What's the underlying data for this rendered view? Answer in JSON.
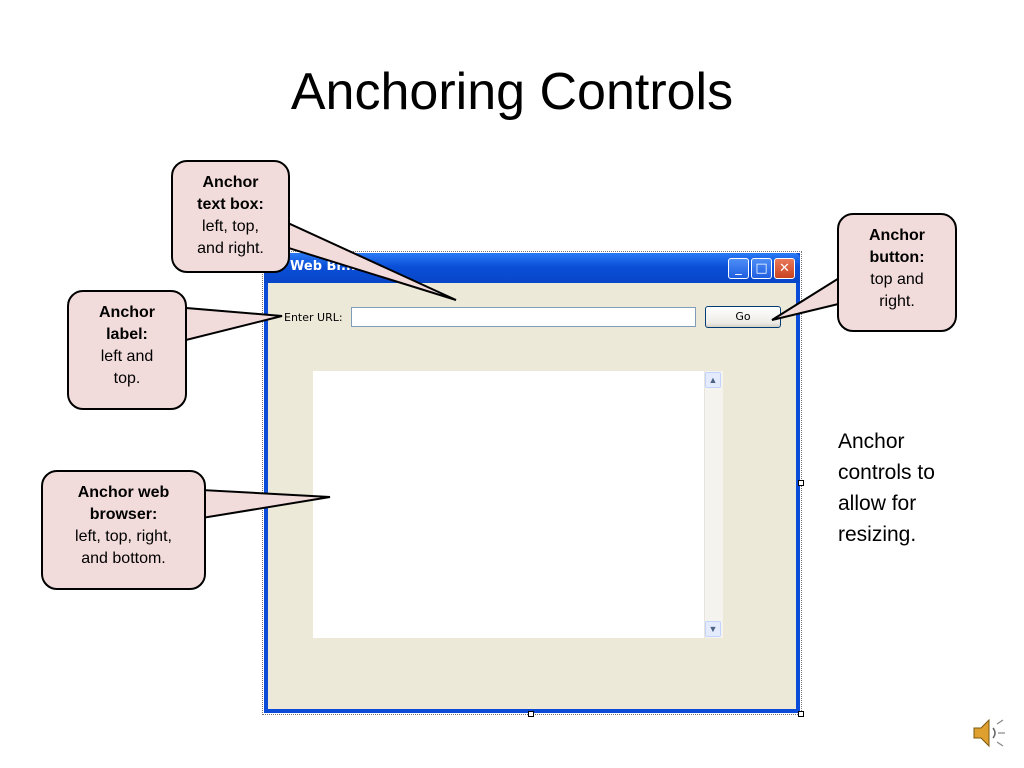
{
  "slide": {
    "title": "Anchoring Controls"
  },
  "window": {
    "title": "Web Br...",
    "minimize_icon": "minimize-icon",
    "maximize_icon": "maximize-icon",
    "close_icon": "close-icon",
    "url_label": "Enter URL:",
    "url_value": "",
    "go_label": "Go"
  },
  "callouts": {
    "textbox": {
      "heading1": "Anchor",
      "heading2": "text box:",
      "body1": "left, top,",
      "body2": "and right."
    },
    "button": {
      "heading1": "Anchor",
      "heading2": "button:",
      "body1": "top and",
      "body2": "right."
    },
    "label": {
      "heading1": "Anchor",
      "heading2": "label:",
      "body1": "left and",
      "body2": "top."
    },
    "browser": {
      "heading1": "Anchor web",
      "heading2": "browser:",
      "body1": "left, top, right,",
      "body2": "and bottom."
    }
  },
  "side_note": {
    "line1": "Anchor",
    "line2": "controls to",
    "line3": "allow for",
    "line4": "resizing."
  },
  "colors": {
    "callout_fill": "#f2dcdb",
    "titlebar": "#0a4fd8",
    "window_bg": "#ece9d8"
  },
  "icons": {
    "audio": "speaker-icon"
  }
}
